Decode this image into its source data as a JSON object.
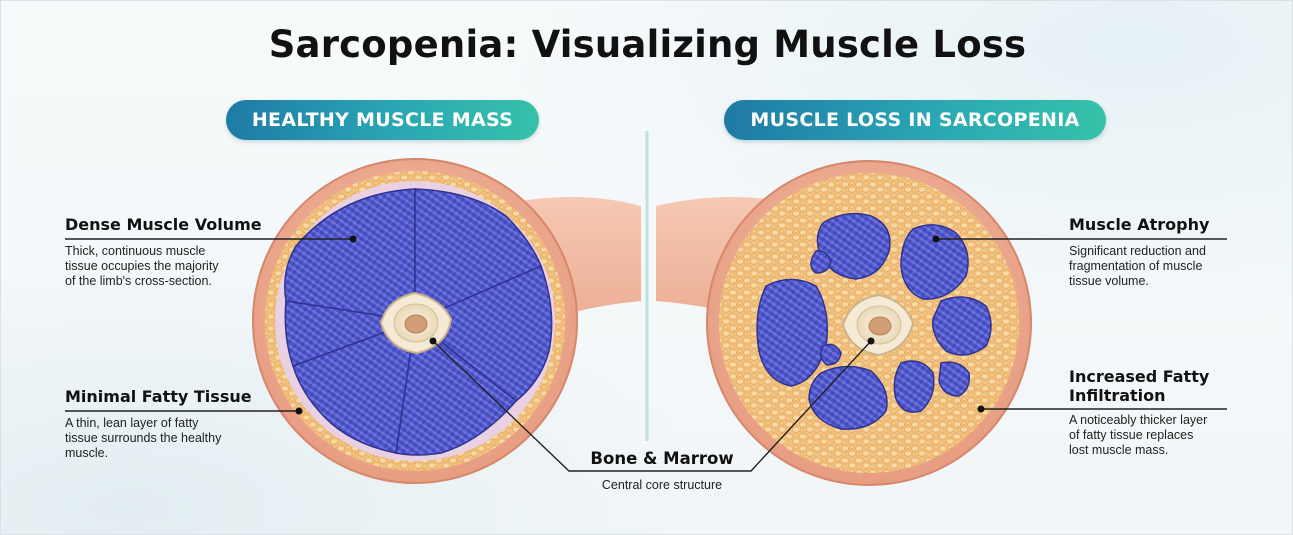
{
  "title": "Sarcopenia: Visualizing Muscle Loss",
  "panels": {
    "left": {
      "heading": "HEALTHY MUSCLE MASS"
    },
    "right": {
      "heading": "MUSCLE LOSS IN SARCOPENIA"
    }
  },
  "annotations": {
    "dense_muscle": {
      "title": "Dense Muscle Volume",
      "text_lines": [
        "Thick, continuous muscle",
        "tissue occupies the majority",
        "of the limb's cross-section."
      ]
    },
    "minimal_fat": {
      "title": "Minimal Fatty Tissue",
      "text_lines": [
        "A thin, lean layer of fatty",
        "tissue surrounds the healthy",
        "muscle."
      ]
    },
    "bone_marrow": {
      "title": "Bone & Marrow",
      "text": "Central core structure"
    },
    "atrophy": {
      "title": "Muscle Atrophy",
      "text_lines": [
        "Significant reduction and",
        "fragmentation of muscle",
        "tissue volume."
      ]
    },
    "fatty_infiltration": {
      "title_lines": [
        "Increased Fatty",
        "Infiltration"
      ],
      "text_lines": [
        "A noticeably thicker layer",
        "of fatty tissue replaces",
        "lost muscle mass."
      ]
    }
  },
  "colors": {
    "muscle": "#5b63d6",
    "muscle_dark": "#3a3fae",
    "fat": "#f4c27a",
    "skin": "#f0b49a",
    "bone": "#f2e6d0",
    "marrow": "#d9a77f",
    "accent_start": "#1f7aa6",
    "accent_end": "#36c2a8"
  }
}
